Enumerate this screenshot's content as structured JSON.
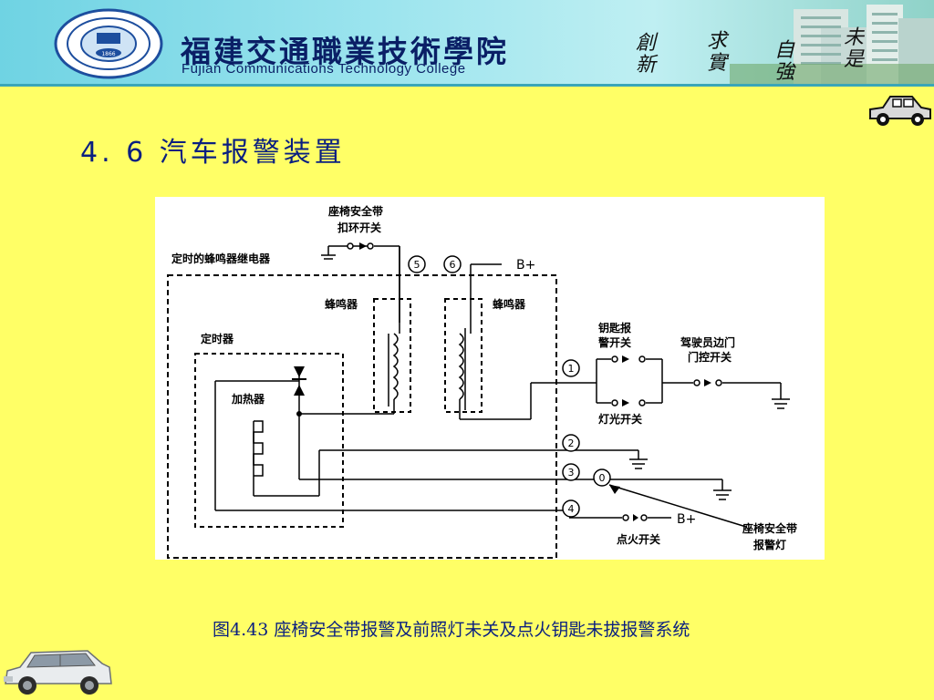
{
  "header": {
    "college_name_cn": "福建交通職業技術學院",
    "college_name_en": "Fujian Communications Technology College",
    "logo_year": "1866",
    "motto": [
      "創新",
      "求實",
      "自強",
      "未是"
    ]
  },
  "slide": {
    "title": "4. 6  汽车报警装置",
    "caption": "图4.43  座椅安全带报警及前照灯未关及点火钥匙未拔报警系统"
  },
  "diagram": {
    "labels": {
      "seatbelt_switch": [
        "座椅安全带",
        "扣环开关"
      ],
      "timed_buzzer_relay": "定时的蜂鸣器继电器",
      "buzzer_left": "蜂鸣器",
      "buzzer_right": "蜂鸣器",
      "timer": "定时器",
      "heater": "加热器",
      "key_alarm_switch": [
        "钥匙报",
        "警开关"
      ],
      "light_switch": "灯光开关",
      "door_switch": [
        "驾驶员边门",
        "门控开关"
      ],
      "ignition_switch": "点火开关",
      "seatbelt_lamp": [
        "座椅安全带",
        "报警灯"
      ],
      "bplus_top": "B+",
      "bplus_bottom": "B+"
    },
    "terminals": [
      "5",
      "6",
      "1",
      "2",
      "3",
      "4",
      "0"
    ]
  }
}
